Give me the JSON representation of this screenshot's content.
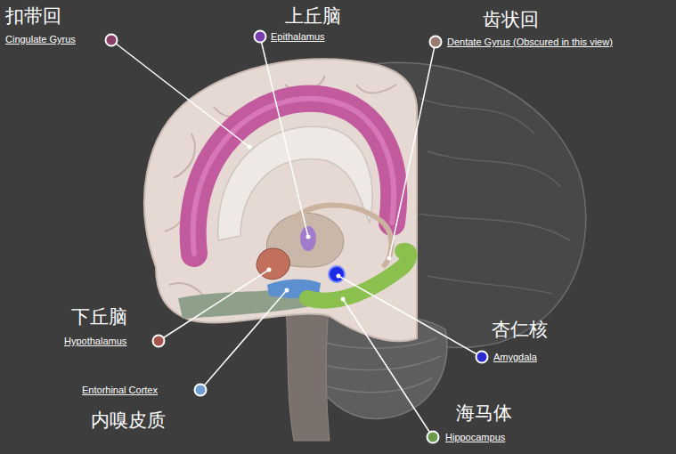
{
  "diagram": {
    "labels": [
      "扣带回",
      "Cingulate Gyrus",
      "上丘脑",
      "Epithalamus",
      "齿状回",
      "Dentate Gyrus (Obscured in this view)",
      "下丘脑",
      "Hypothalamus",
      "杏仁核",
      "Amygdala",
      "Entorhinal Cortex",
      "内嗅皮质",
      "海马体",
      "Hippocampus"
    ]
  }
}
